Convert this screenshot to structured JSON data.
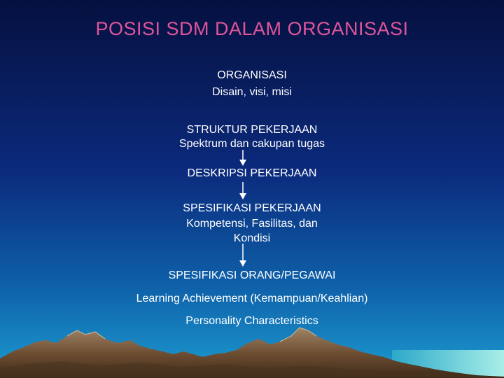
{
  "slide": {
    "title": "POSISI SDM DALAM ORGANISASI",
    "organisasi": {
      "title": "ORGANISASI",
      "sub": "Disain, visi, misi"
    },
    "struktur": {
      "title": "STRUKTUR PEKERJAAN",
      "sub": "Spektrum dan cakupan tugas"
    },
    "deskripsi": {
      "title": "DESKRIPSI PEKERJAAN"
    },
    "spesifikasi": {
      "title": "SPESIFIKASI PEKERJAAN",
      "sub1": "Kompetensi, Fasilitas, dan",
      "sub2": "Kondisi"
    },
    "orang": {
      "title": "SPESIFIKASI ORANG/PEGAWAI"
    },
    "learning": "Learning Achievement (Kemampuan/Keahlian)",
    "personality": "Personality Characteristics"
  },
  "colors": {
    "title": "#e0559a",
    "text": "#ffffff",
    "arrow": "#ffffff",
    "background_top": "#05103f",
    "background_bottom": "#1c9bd0",
    "mountain": "#7a5a3c"
  }
}
